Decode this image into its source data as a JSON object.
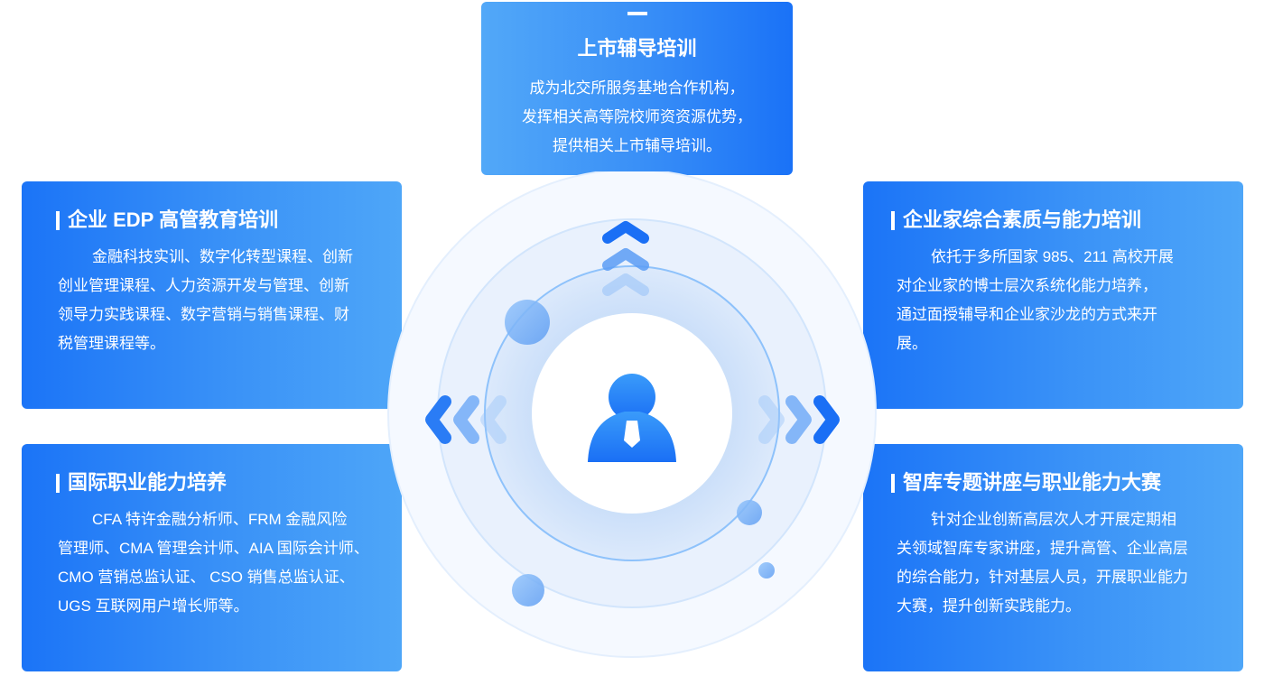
{
  "top_card": {
    "title": "上市辅导培训",
    "lines": [
      "成为北交所服务基地合作机构，",
      "发挥相关高等院校师资资源优势，",
      "提供相关上市辅导培训。"
    ]
  },
  "left_top_card": {
    "title": "企业 EDP 高管教育培训",
    "lines": [
      "金融科技实训、数字化转型课程、创新",
      "创业管理课程、人力资源开发与管理、创新",
      "领导力实践课程、数字营销与销售课程、财",
      "税管理课程等。"
    ]
  },
  "left_bottom_card": {
    "title": "国际职业能力培养",
    "lines": [
      "CFA 特许金融分析师、FRM 金融风险",
      "管理师、CMA 管理会计师、AIA 国际会计师、",
      "CMO 营销总监认证、 CSO 销售总监认证、",
      "UGS 互联网用户增长师等。"
    ]
  },
  "right_top_card": {
    "title": "企业家综合素质与能力培训",
    "lines": [
      "依托于多所国家 985、211 高校开展",
      "对企业家的博士层次系统化能力培养，",
      "通过面授辅导和企业家沙龙的方式来开",
      "展。"
    ]
  },
  "right_bottom_card": {
    "title": "智库专题讲座与职业能力大赛",
    "lines": [
      "针对企业创新高层次人才开展定期相",
      "关领域智库专家讲座，提升高管、企业高层",
      "的综合能力，针对基层人员，开展职业能力",
      "大赛，提升创新实践能力。"
    ]
  },
  "colors": {
    "primary": "#1a72f7",
    "light": "#4ea6f8"
  },
  "center_icon": "person-with-tie-icon"
}
